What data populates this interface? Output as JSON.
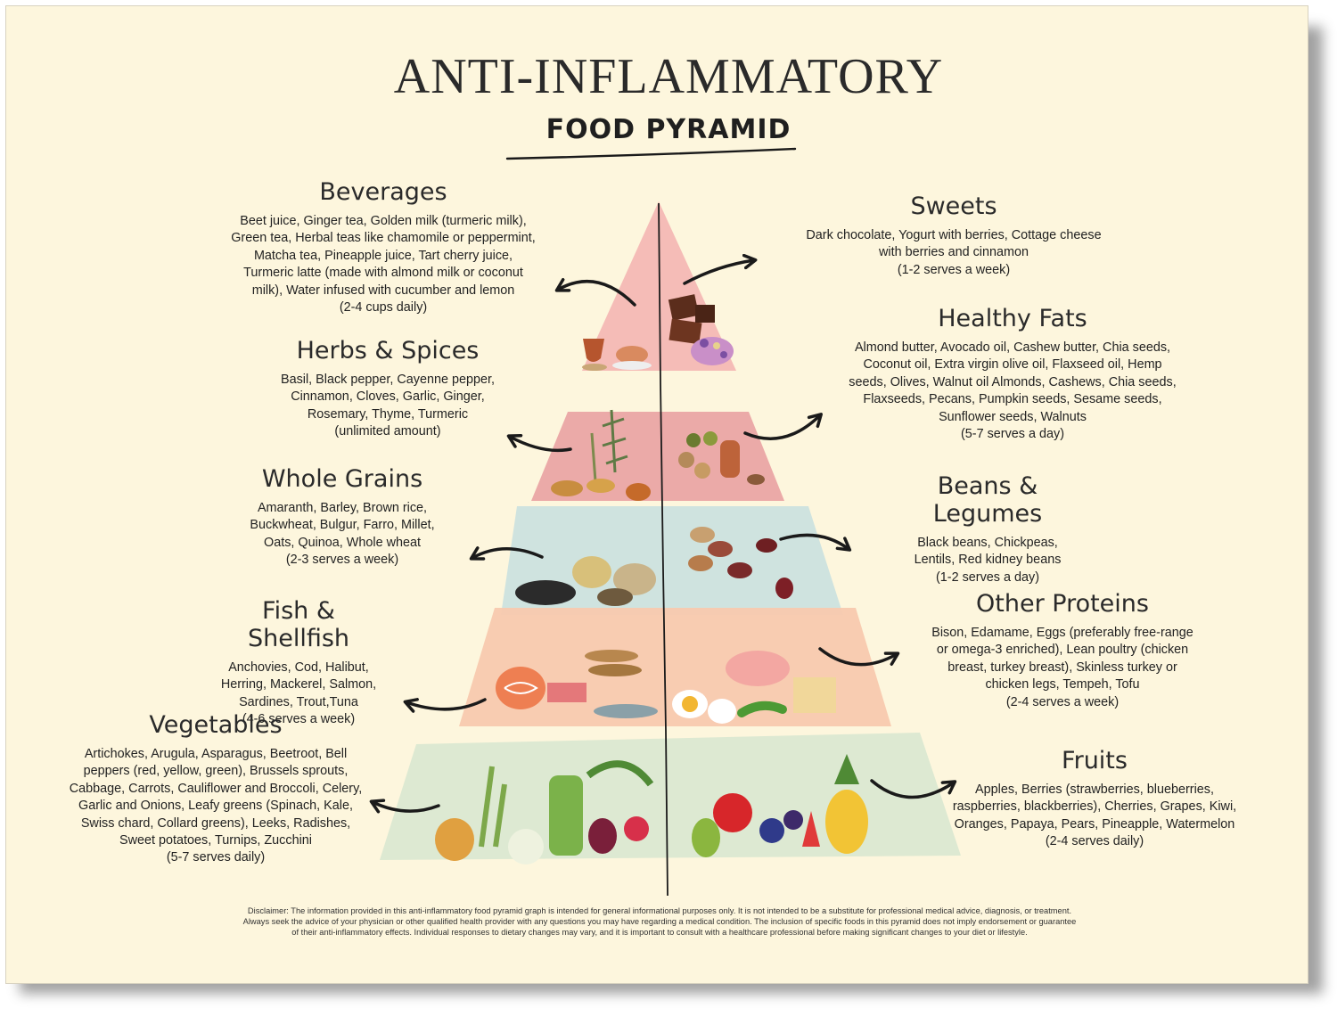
{
  "title": "ANTI-INFLAMMATORY",
  "subtitle": "FOOD PYRAMID",
  "colors": {
    "background": "#fdf6dd",
    "pink": "#f4b8b4",
    "rose": "#e9a2a2",
    "teal": "#cfe3df",
    "peach": "#f8c9ae",
    "sage": "#dde9d2"
  },
  "categories": {
    "beverages": {
      "label": "Beverages",
      "items": "Beet juice, Ginger tea, Golden milk (turmeric milk), Green tea, Herbal teas like chamomile or peppermint, Matcha tea, Pineapple juice, Tart cherry juice, Turmeric latte (made with almond milk or coconut milk), Water infused with cucumber and lemon",
      "serves": "(2-4 cups daily)"
    },
    "herbs": {
      "label": "Herbs & Spices",
      "items": "Basil, Black pepper, Cayenne pepper, Cinnamon, Cloves, Garlic, Ginger, Rosemary, Thyme, Turmeric",
      "serves": "(unlimited amount)"
    },
    "grains": {
      "label": "Whole Grains",
      "items": "Amaranth, Barley, Brown rice, Buckwheat, Bulgur, Farro, Millet, Oats, Quinoa, Whole wheat",
      "serves": "(2-3 serves a week)"
    },
    "fish": {
      "label": "Fish & Shellfish",
      "items": "Anchovies, Cod, Halibut, Herring, Mackerel, Salmon, Sardines, Trout,Tuna",
      "serves": "(4-6 serves a week)"
    },
    "vegetables": {
      "label": "Vegetables",
      "items": "Artichokes, Arugula, Asparagus, Beetroot, Bell peppers (red, yellow, green), Brussels sprouts, Cabbage, Carrots, Cauliflower and Broccoli, Celery, Garlic and Onions, Leafy greens (Spinach, Kale, Swiss chard, Collard greens), Leeks, Radishes, Sweet potatoes, Turnips, Zucchini",
      "serves": "(5-7 serves daily)"
    },
    "sweets": {
      "label": "Sweets",
      "items": "Dark chocolate, Yogurt with berries, Cottage cheese with berries and cinnamon",
      "serves": "(1-2 serves a week)"
    },
    "fats": {
      "label": "Healthy Fats",
      "items": "Almond butter, Avocado oil, Cashew butter, Chia seeds, Coconut oil, Extra virgin olive oil, Flaxseed oil, Hemp seeds, Olives, Walnut oil Almonds, Cashews, Chia seeds, Flaxseeds, Pecans, Pumpkin seeds, Sesame seeds, Sunflower seeds, Walnuts",
      "serves": "(5-7 serves a day)"
    },
    "beans": {
      "label": "Beans & Legumes",
      "items": "Black beans, Chickpeas, Lentils, Red kidney beans",
      "serves": "(1-2 serves a day)"
    },
    "proteins": {
      "label": "Other Proteins",
      "items": "Bison, Edamame, Eggs (preferably free-range or omega-3 enriched), Lean poultry (chicken breast, turkey breast), Skinless turkey or chicken legs, Tempeh, Tofu",
      "serves": "(2-4 serves a week)"
    },
    "fruits": {
      "label": "Fruits",
      "items": "Apples, Berries (strawberries, blueberries, raspberries, blackberries), Cherries, Grapes, Kiwi, Oranges, Papaya, Pears, Pineapple, Watermelon",
      "serves": "(2-4 serves daily)"
    }
  },
  "disclaimer": {
    "line1": "Disclaimer: The information provided in this anti-inflammatory food pyramid graph is intended for general informational purposes only. It is not intended to be a substitute for professional medical advice, diagnosis, or treatment.",
    "line2": "Always seek the advice of your physician or other qualified health provider with any questions you may have regarding a medical condition. The inclusion of specific foods in this pyramid does not imply endorsement or guarantee",
    "line3": "of their anti-inflammatory effects. Individual responses to dietary changes may vary, and it is important to consult with a healthcare professional before making significant changes to your diet or lifestyle."
  }
}
